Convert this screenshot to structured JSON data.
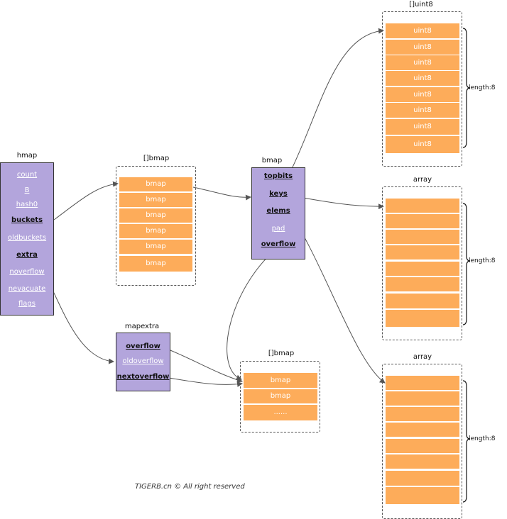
{
  "hmap": {
    "title": "hmap",
    "fields": [
      {
        "label": "count",
        "bold": false
      },
      {
        "label": "B",
        "bold": false
      },
      {
        "label": "hash0",
        "bold": false
      },
      {
        "label": "buckets",
        "bold": true
      },
      {
        "label": "oldbuckets",
        "bold": false
      },
      {
        "label": "extra",
        "bold": true
      },
      {
        "label": "noverflow",
        "bold": false
      },
      {
        "label": "nevacuate",
        "bold": false
      },
      {
        "label": "flags",
        "bold": false
      }
    ]
  },
  "buckets_array": {
    "title": "[]bmap",
    "cells": [
      "bmap",
      "bmap",
      "bmap",
      "bmap",
      "bmap",
      "bmap"
    ]
  },
  "bmap": {
    "title": "bmap",
    "fields": [
      {
        "label": "topbits",
        "bold": true
      },
      {
        "label": "keys",
        "bold": true
      },
      {
        "label": "elems",
        "bold": true
      },
      {
        "label": "pad",
        "bold": false
      },
      {
        "label": "overflow",
        "bold": true
      }
    ]
  },
  "uint8_array": {
    "title": "[]uint8",
    "cells": [
      "uint8",
      "uint8",
      "uint8",
      "uint8",
      "uint8",
      "uint8",
      "uint8",
      "uint8"
    ],
    "length_label": "length:8"
  },
  "keys_array": {
    "title": "array",
    "cells": [
      "",
      "",
      "",
      "",
      "",
      "",
      "",
      ""
    ],
    "length_label": "length:8"
  },
  "elems_array": {
    "title": "array",
    "cells": [
      "",
      "",
      "",
      "",
      "",
      "",
      "",
      ""
    ],
    "length_label": "length:8"
  },
  "mapextra": {
    "title": "mapextra",
    "fields": [
      {
        "label": "overflow",
        "bold": true
      },
      {
        "label": "oldoverflow",
        "bold": false
      },
      {
        "label": "nextoverflow",
        "bold": true
      }
    ]
  },
  "overflow_array": {
    "title": "[]bmap",
    "cells": [
      "bmap",
      "bmap",
      "......"
    ]
  },
  "footer": "TIGERB.cn © All right reserved",
  "colors": {
    "struct_fill": "#b3a5dc",
    "cell_fill": "#fdac5a",
    "arrow": "#555555"
  }
}
